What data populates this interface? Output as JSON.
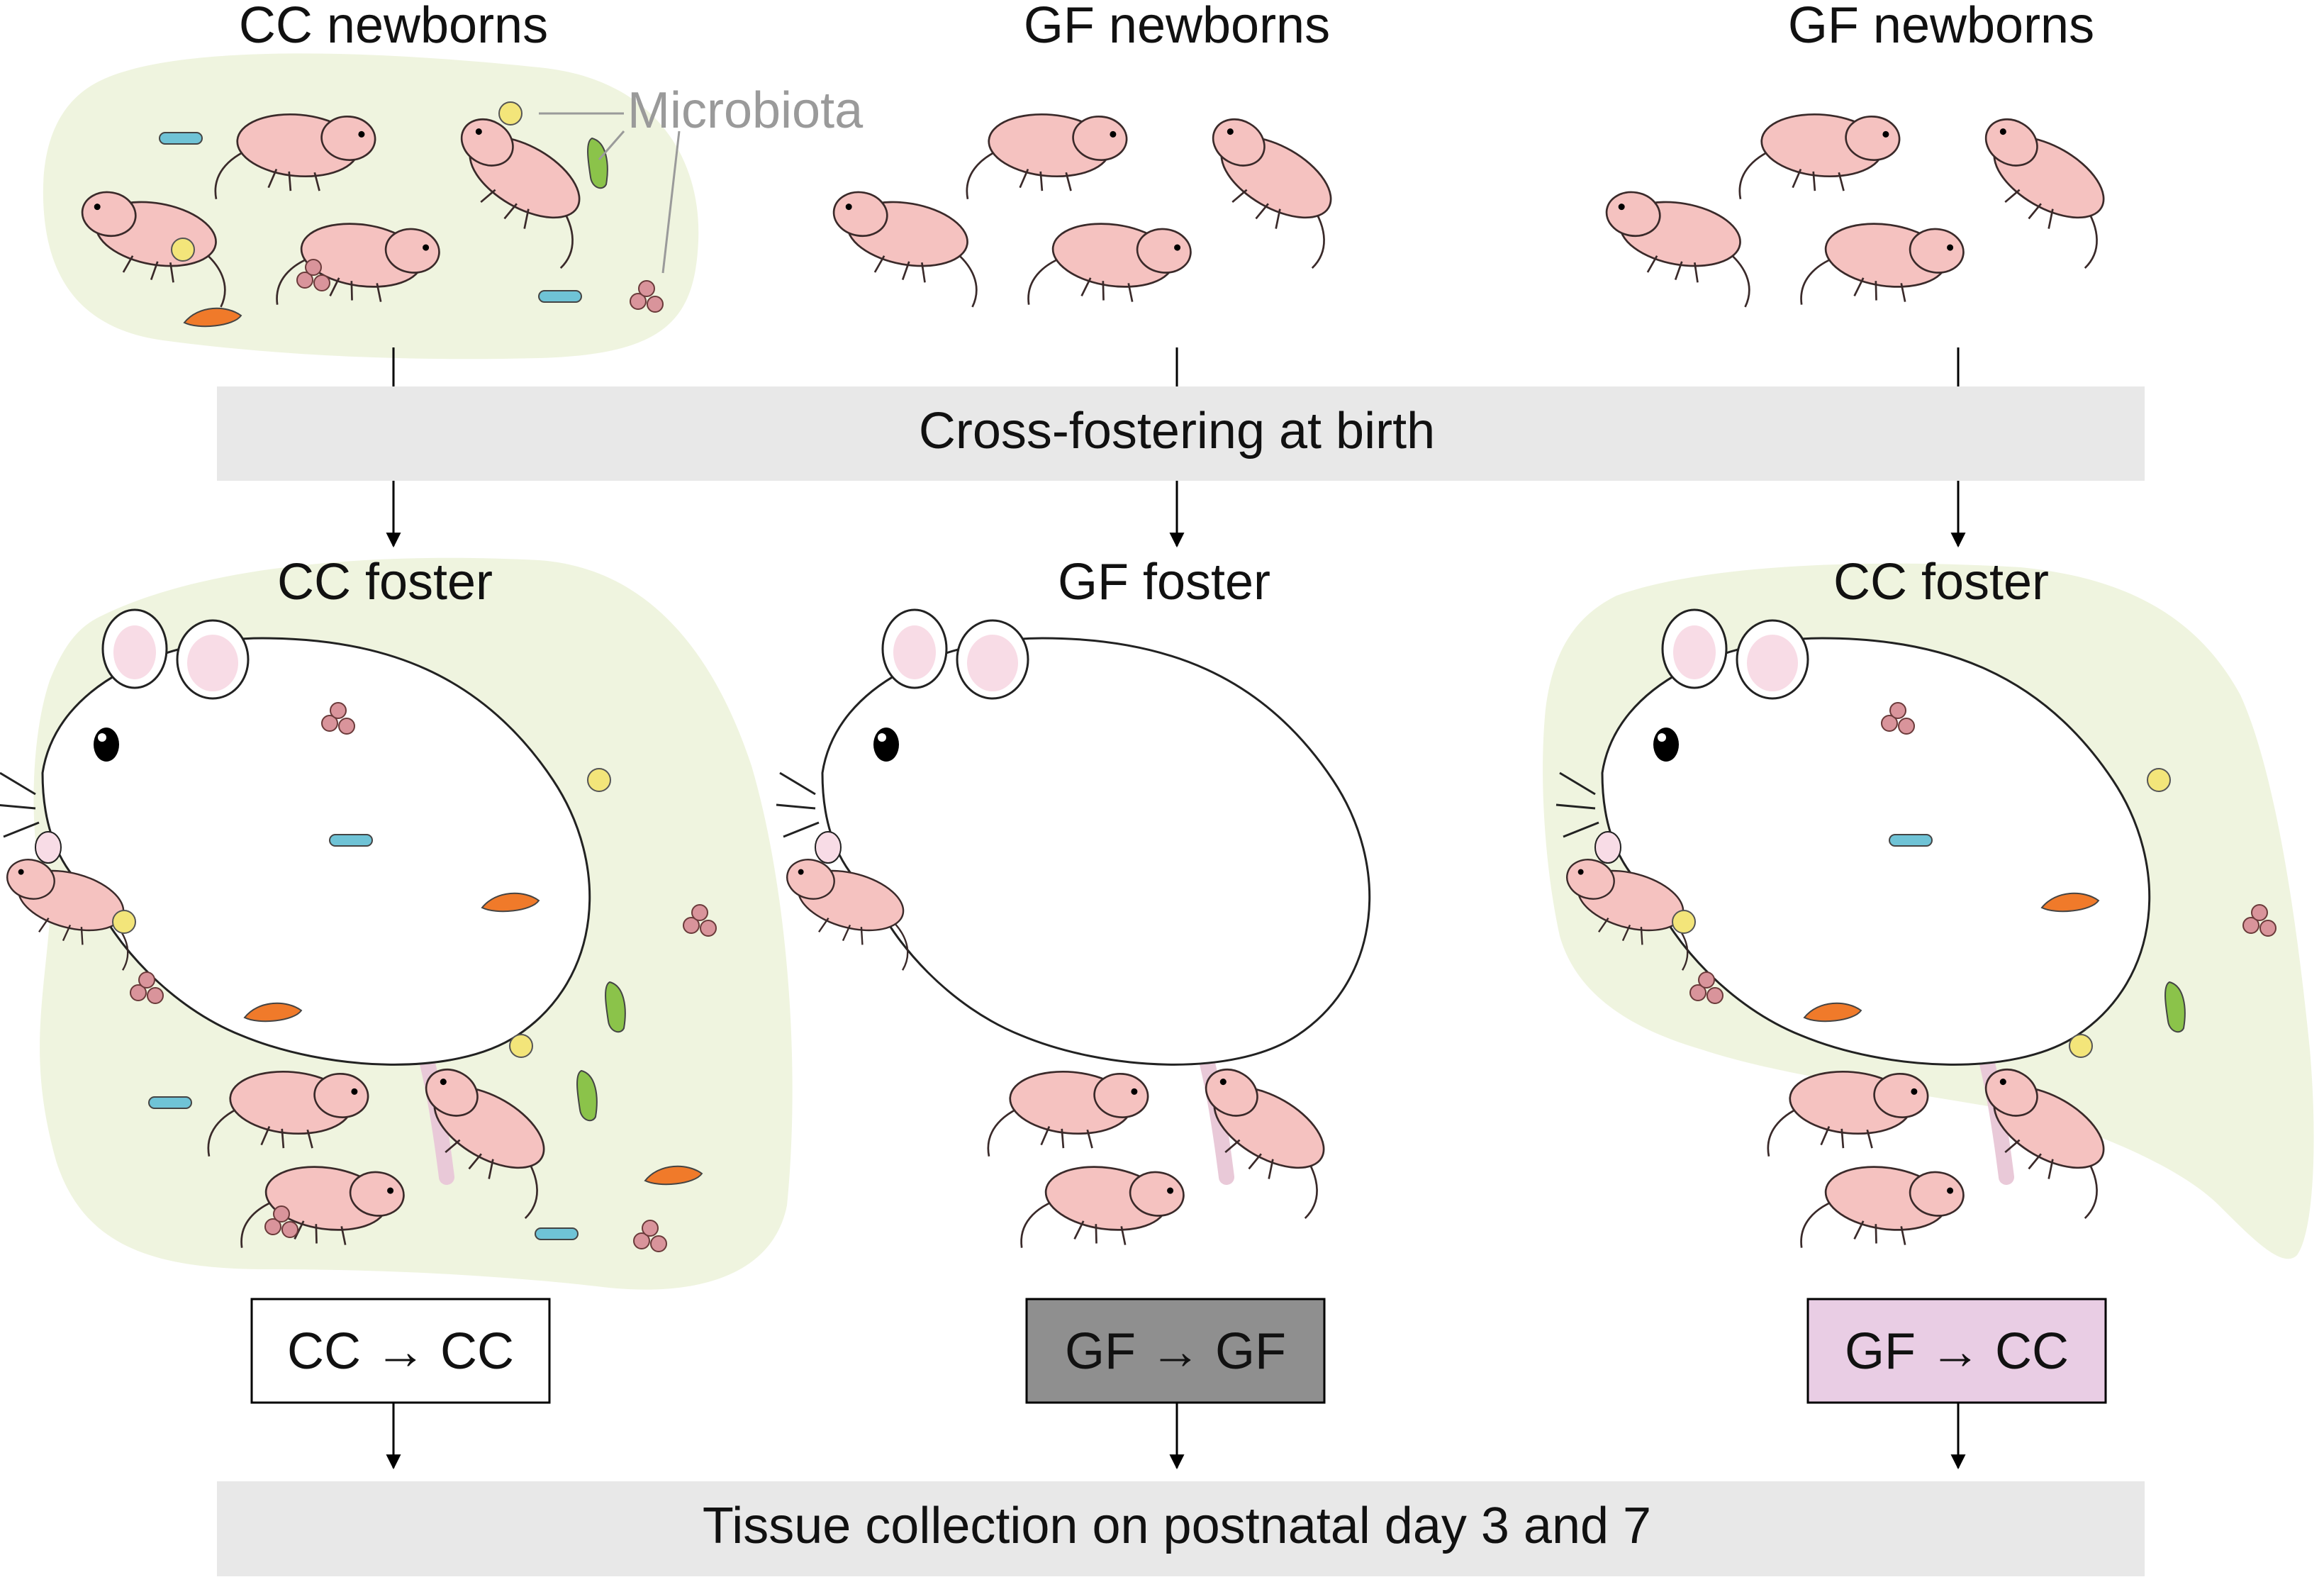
{
  "columns": [
    {
      "newborn_label": "CC newborns",
      "foster_label": "CC foster",
      "result_label": "CC → CC",
      "colonized_newborns": true,
      "colonized_foster": true,
      "result_fill": "#ffffff"
    },
    {
      "newborn_label": "GF newborns",
      "foster_label": "GF foster",
      "result_label": "GF → GF",
      "colonized_newborns": false,
      "colonized_foster": false,
      "result_fill": "#8f8f8f"
    },
    {
      "newborn_label": "GF newborns",
      "foster_label": "CC foster",
      "result_label": "GF → CC",
      "colonized_newborns": false,
      "colonized_foster": true,
      "result_fill": "#e9cde4"
    }
  ],
  "microbiota_label": "Microbiota",
  "crossfoster_label": "Cross-fostering at birth",
  "tissue_label": "Tissue collection on postnatal day 3 and 7",
  "colors": {
    "band": "#e8e8e8",
    "microbiota_bg": "#eff4df",
    "pup_fill": "#f5c2c0",
    "pup_stroke": "#3a2a2a",
    "ear_inner": "#f8dce6",
    "microbiota_label": "#9a9a9a"
  }
}
